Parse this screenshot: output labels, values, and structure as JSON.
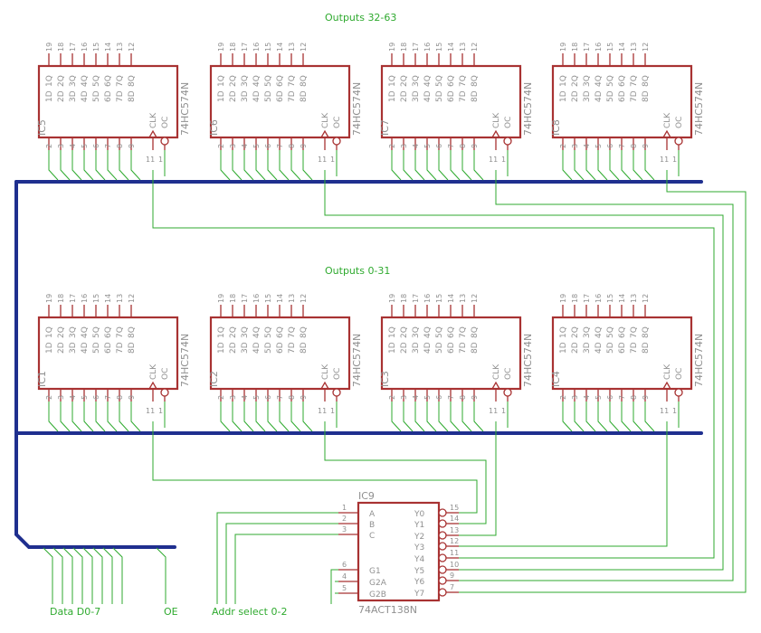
{
  "group_labels": {
    "upper": "Outputs 32-63",
    "lower": "Outputs 0-31"
  },
  "input_labels": {
    "data": "Data D0-7",
    "oe": "OE",
    "addr": "Addr select 0-2"
  },
  "latch_part": "74HC574N",
  "latch_pins": {
    "q_names": [
      "1Q",
      "2Q",
      "3Q",
      "4Q",
      "5Q",
      "6Q",
      "7Q",
      "8Q"
    ],
    "q_nums": [
      "19",
      "18",
      "17",
      "16",
      "15",
      "14",
      "13",
      "12"
    ],
    "d_names": [
      "1D",
      "2D",
      "3D",
      "4D",
      "5D",
      "6D",
      "7D",
      "8D"
    ],
    "d_nums": [
      "2",
      "3",
      "4",
      "5",
      "6",
      "7",
      "8",
      "9"
    ],
    "clk_name": "CLK",
    "oc_name": "OC",
    "clk_num": "11",
    "oc_num": "1"
  },
  "latches": [
    {
      "name": "IC5"
    },
    {
      "name": "IC6"
    },
    {
      "name": "IC7"
    },
    {
      "name": "IC8"
    },
    {
      "name": "IC1"
    },
    {
      "name": "IC2"
    },
    {
      "name": "IC3"
    },
    {
      "name": "IC4"
    }
  ],
  "decoder": {
    "name": "IC9",
    "part": "74ACT138N",
    "left_pins": [
      {
        "name": "A",
        "num": "1"
      },
      {
        "name": "B",
        "num": "2"
      },
      {
        "name": "C",
        "num": "3"
      },
      {
        "name": "G1",
        "num": "6"
      },
      {
        "name": "G2A",
        "num": "4"
      },
      {
        "name": "G2B",
        "num": "5"
      }
    ],
    "right_pins": [
      {
        "name": "Y0",
        "num": "15"
      },
      {
        "name": "Y1",
        "num": "14"
      },
      {
        "name": "Y2",
        "num": "13"
      },
      {
        "name": "Y3",
        "num": "12"
      },
      {
        "name": "Y4",
        "num": "11"
      },
      {
        "name": "Y5",
        "num": "10"
      },
      {
        "name": "Y6",
        "num": "9"
      },
      {
        "name": "Y7",
        "num": "7"
      }
    ]
  },
  "colors": {
    "chip": "#a83232",
    "wire": "#2faa2f",
    "bus": "#1f2f8f",
    "text": "#909090"
  }
}
